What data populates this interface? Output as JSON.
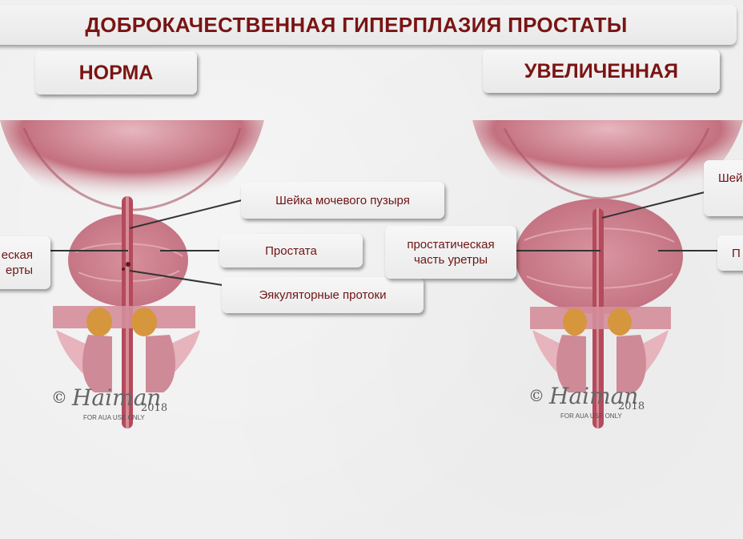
{
  "title": "ДОБРОКАЧЕСТВЕННАЯ ГИПЕРПЛАЗИЯ ПРОСТАТЫ",
  "panels": {
    "normal": {
      "header": "НОРМА",
      "labels": {
        "urethra_line1": "еская",
        "urethra_line2": "ерты",
        "bladder_neck": "Шейка мочевого пузыря",
        "prostate": "Простата",
        "ejaculatory_ducts": "Эякуляторные протоки"
      },
      "signature": {
        "artist": "Haiman",
        "year": "2018",
        "note": "FOR AUA USE ONLY"
      }
    },
    "enlarged": {
      "header": "УВЕЛИЧЕННАЯ",
      "labels": {
        "urethra_line1": "простатическая",
        "urethra_line2": "часть уретры",
        "bladder_neck": "Шей",
        "prostate": "П"
      },
      "signature": {
        "artist": "Haiman",
        "year": "2018",
        "note": "FOR AUA USE ONLY"
      }
    }
  },
  "colors": {
    "title_text": "#7a1414",
    "label_text": "#6e1414",
    "tissue": "#c47080",
    "urethra": "#b24a5a"
  }
}
